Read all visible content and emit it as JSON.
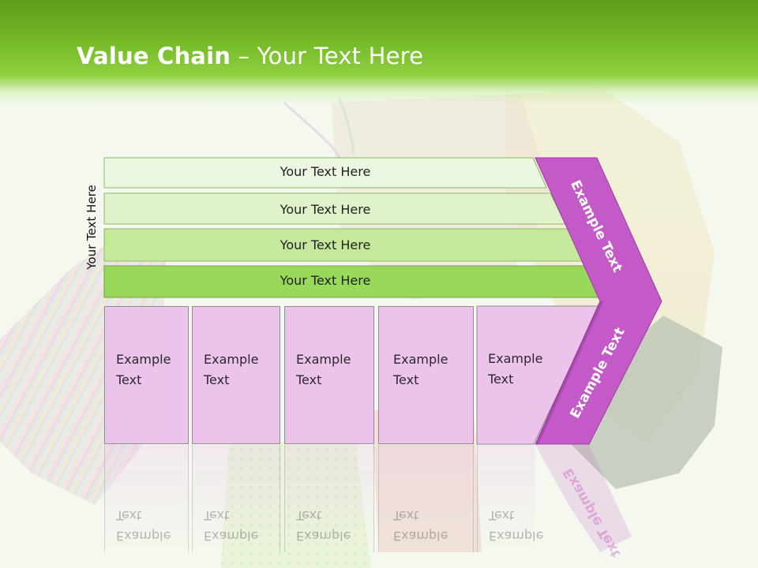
{
  "title": {
    "bold": "Value Chain",
    "rest": " – Your Text Here"
  },
  "side_label": "Your Text Here",
  "bars": [
    {
      "label": "Your Text Here"
    },
    {
      "label": "Your Text Here"
    },
    {
      "label": "Your Text Here"
    },
    {
      "label": "Your Text Here"
    }
  ],
  "boxes": [
    {
      "line1": "Example",
      "line2": "Text"
    },
    {
      "line1": "Example",
      "line2": "Text"
    },
    {
      "line1": "Example",
      "line2": "Text"
    },
    {
      "line1": "Example",
      "line2": "Text"
    },
    {
      "line1": "Example",
      "line2": "Text"
    }
  ],
  "chevron": {
    "top_label": "Example Text",
    "bottom_label": "Example Text"
  },
  "colors": {
    "header_green": "#78bd2b",
    "bar_1": "#ecf7e1",
    "bar_2": "#dff2c9",
    "bar_3": "#c6e89c",
    "bar_4": "#98d95a",
    "box_pink": "#ebc3eb",
    "chevron_magenta": "#c45ac8"
  }
}
